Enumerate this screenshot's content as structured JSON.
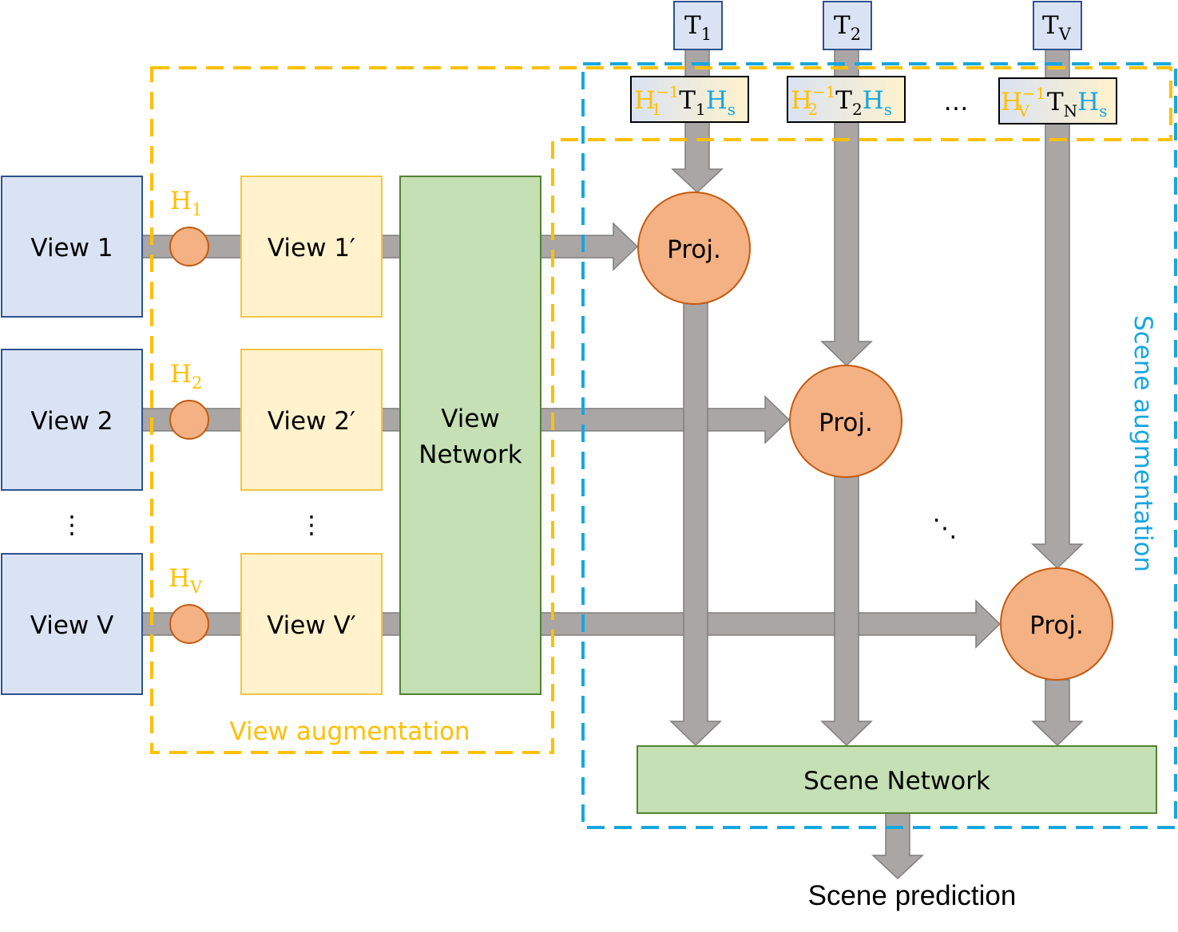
{
  "colors": {
    "view_box_fill": "#dae3f3",
    "view_box_stroke": "#2f528f",
    "aug_box_fill": "#fff2cc",
    "aug_box_stroke": "#f4c542",
    "network_fill": "#c5e0b4",
    "network_stroke": "#548235",
    "proj_fill": "#f4b183",
    "proj_stroke": "#c55a11",
    "arrow_fill": "#aaa6a6",
    "arrow_stroke": "#7f7f7f",
    "view_aug_color": "#ffc000",
    "scene_aug_color": "#16a7e0"
  },
  "inputs": {
    "views": [
      "View 1",
      "View 2",
      "View V"
    ],
    "dots_left": "⋮",
    "transforms_top": [
      {
        "base": "T",
        "sub": "1"
      },
      {
        "base": "T",
        "sub": "2"
      },
      {
        "base": "T",
        "sub": "V"
      }
    ]
  },
  "view_augmentation": {
    "label": "View augmentation",
    "homographies": [
      {
        "base": "H",
        "sub": "1"
      },
      {
        "base": "H",
        "sub": "2"
      },
      {
        "base": "H",
        "sub": "V"
      }
    ],
    "augmented_views": [
      "View 1′",
      "View 2′",
      "View V′"
    ],
    "dots_mid": "⋮"
  },
  "view_network": {
    "line1": "View",
    "line2": "Network"
  },
  "scene_augmentation": {
    "label": "Scene augmentation",
    "composed": [
      {
        "h": "H",
        "hsub": "1",
        "hsup": "−1",
        "t": "T",
        "tsub": "1",
        "s": "H",
        "ssub": "s"
      },
      {
        "h": "H",
        "hsub": "2",
        "hsup": "−1",
        "t": "T",
        "tsub": "2",
        "s": "H",
        "ssub": "s"
      },
      {
        "h": "H",
        "hsub": "V",
        "hsup": "−1",
        "t": "T",
        "tsub": "N",
        "s": "H",
        "ssub": "s"
      }
    ],
    "dots_between": "…",
    "dots_diag": "⋱"
  },
  "projections": [
    "Proj.",
    "Proj.",
    "Proj."
  ],
  "scene_network": {
    "label": "Scene Network"
  },
  "output": {
    "label": "Scene prediction"
  }
}
